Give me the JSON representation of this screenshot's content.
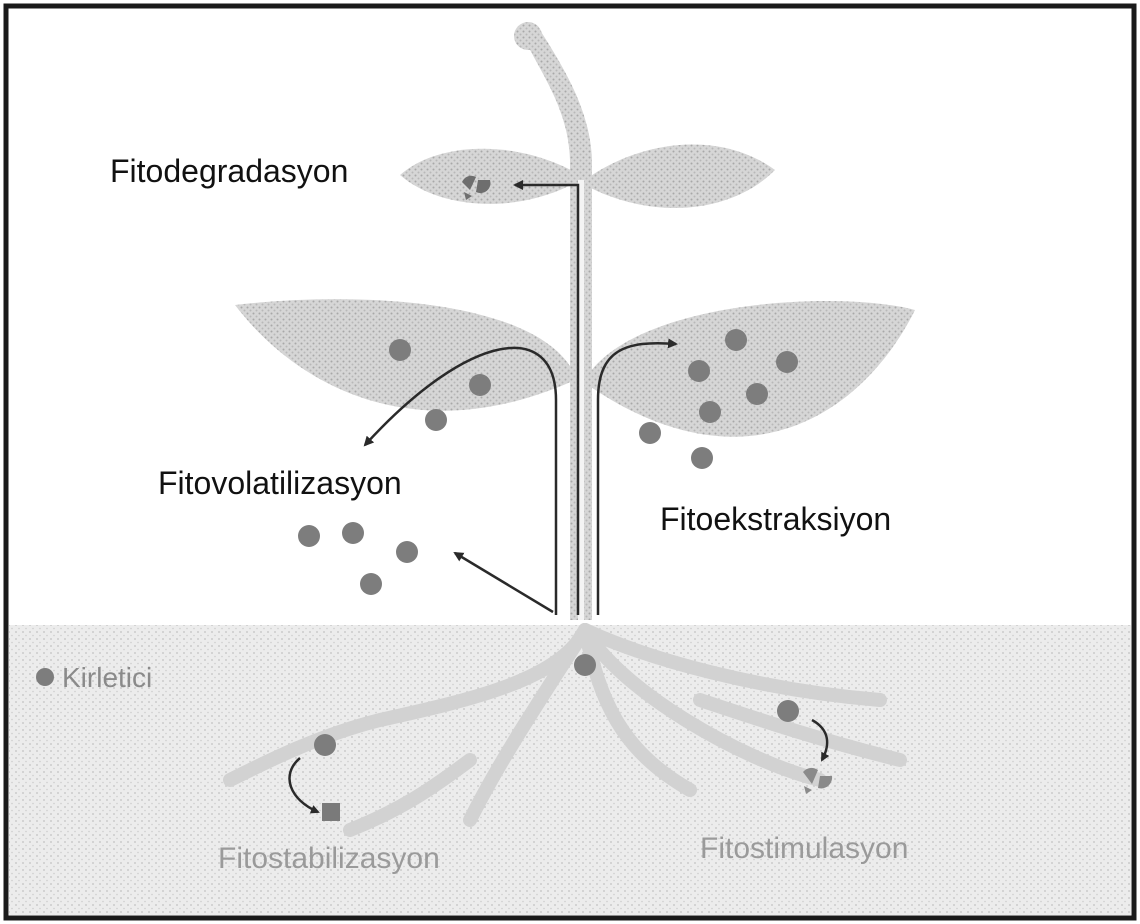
{
  "labels": {
    "phytodegradation": "Fitodegradasyon",
    "phytovolatilization": "Fitovolatilizasyon",
    "phytoextraction": "Fitoekstraksiyon",
    "phytostabilization": "Fitostabilizasyon",
    "phytostimulation": "Fitostimulasyon"
  },
  "legend": {
    "contaminant": "Kirletici"
  },
  "colors": {
    "contaminant": "#7d7d7d",
    "plant": "#cfcfcf",
    "soil": "#e6e6e6",
    "frame": "#1a1a1a",
    "arrow": "#2a2a2a",
    "dark_text": "#111111",
    "soil_text": "#9a9a9a"
  }
}
